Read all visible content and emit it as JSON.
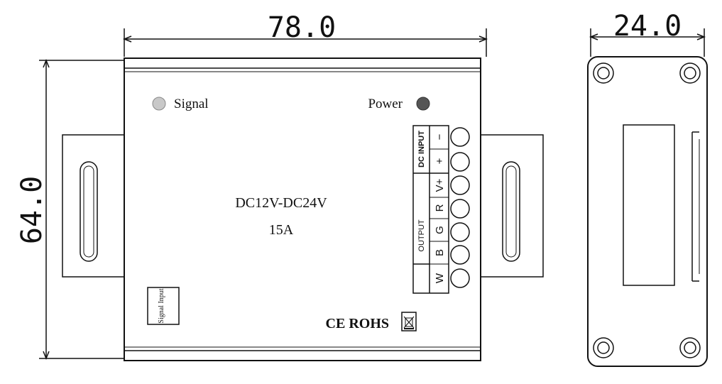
{
  "dimensions": {
    "width": "78.0",
    "height": "64.0",
    "depth": "24.0"
  },
  "labels": {
    "signal": "Signal",
    "power": "Power",
    "voltage": "DC12V-DC24V",
    "current": "15A",
    "certification": "CE ROHS",
    "signal_input": "Signal Input",
    "dc_input": "DC INPUT",
    "output": "OUTPUT"
  },
  "terminals": [
    "−",
    "+",
    "V+",
    "R",
    "G",
    "B",
    "W"
  ],
  "colors": {
    "signal_led": "#c8c8c8",
    "power_led": "#555555",
    "line": "#111111"
  }
}
